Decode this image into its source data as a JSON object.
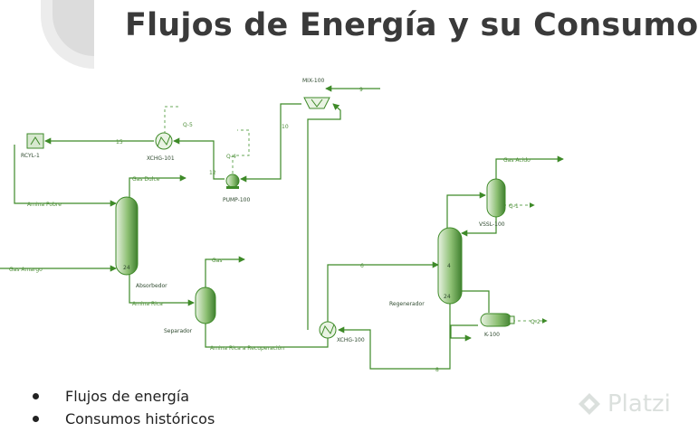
{
  "slide": {
    "title": "Flujos de Energía y su Consumo",
    "bullets": [
      "Flujos de energía",
      "Consumos históricos"
    ],
    "watermark": "Platzi"
  },
  "diagram": {
    "equipment": {
      "rcyl": "RCYL-1",
      "xchg101": "XCHG-101",
      "mix100": "MIX-100",
      "pump100": "PUMP-100",
      "absorbedor": "Absorbedor",
      "separador": "Separador",
      "xchg100": "XCHG-100",
      "regenerador": "Regenerador",
      "vssl100": "VSSL-100",
      "k100": "K-100"
    },
    "streams": {
      "s15": "15",
      "s12": "12",
      "s10": "10",
      "s9": "9",
      "s6": "6",
      "s8": "8",
      "q5": "Q-5",
      "q4": "Q-4",
      "q1": "Q-1",
      "q2": "Q-2",
      "amina_pobre": "Amina Pobre",
      "gas_dulce": "Gas Dulce",
      "gas_amargo": "Gas Amargo",
      "amina_rica": "Amina Rica",
      "gas": "Gas",
      "amina_rica_recuperacion": "Amina Rica a Recuperación",
      "gas_acido": "Gas Acido"
    },
    "trays": {
      "abs_bottom": "24",
      "reg_mid": "4",
      "reg_bottom": "24"
    },
    "colors": {
      "line": "#3e8a28",
      "line_dashed": "#6aa95a",
      "vessel_dark": "#3f7f2f",
      "vessel_light": "#e9f3e3",
      "title": "#3a3a3a"
    }
  }
}
